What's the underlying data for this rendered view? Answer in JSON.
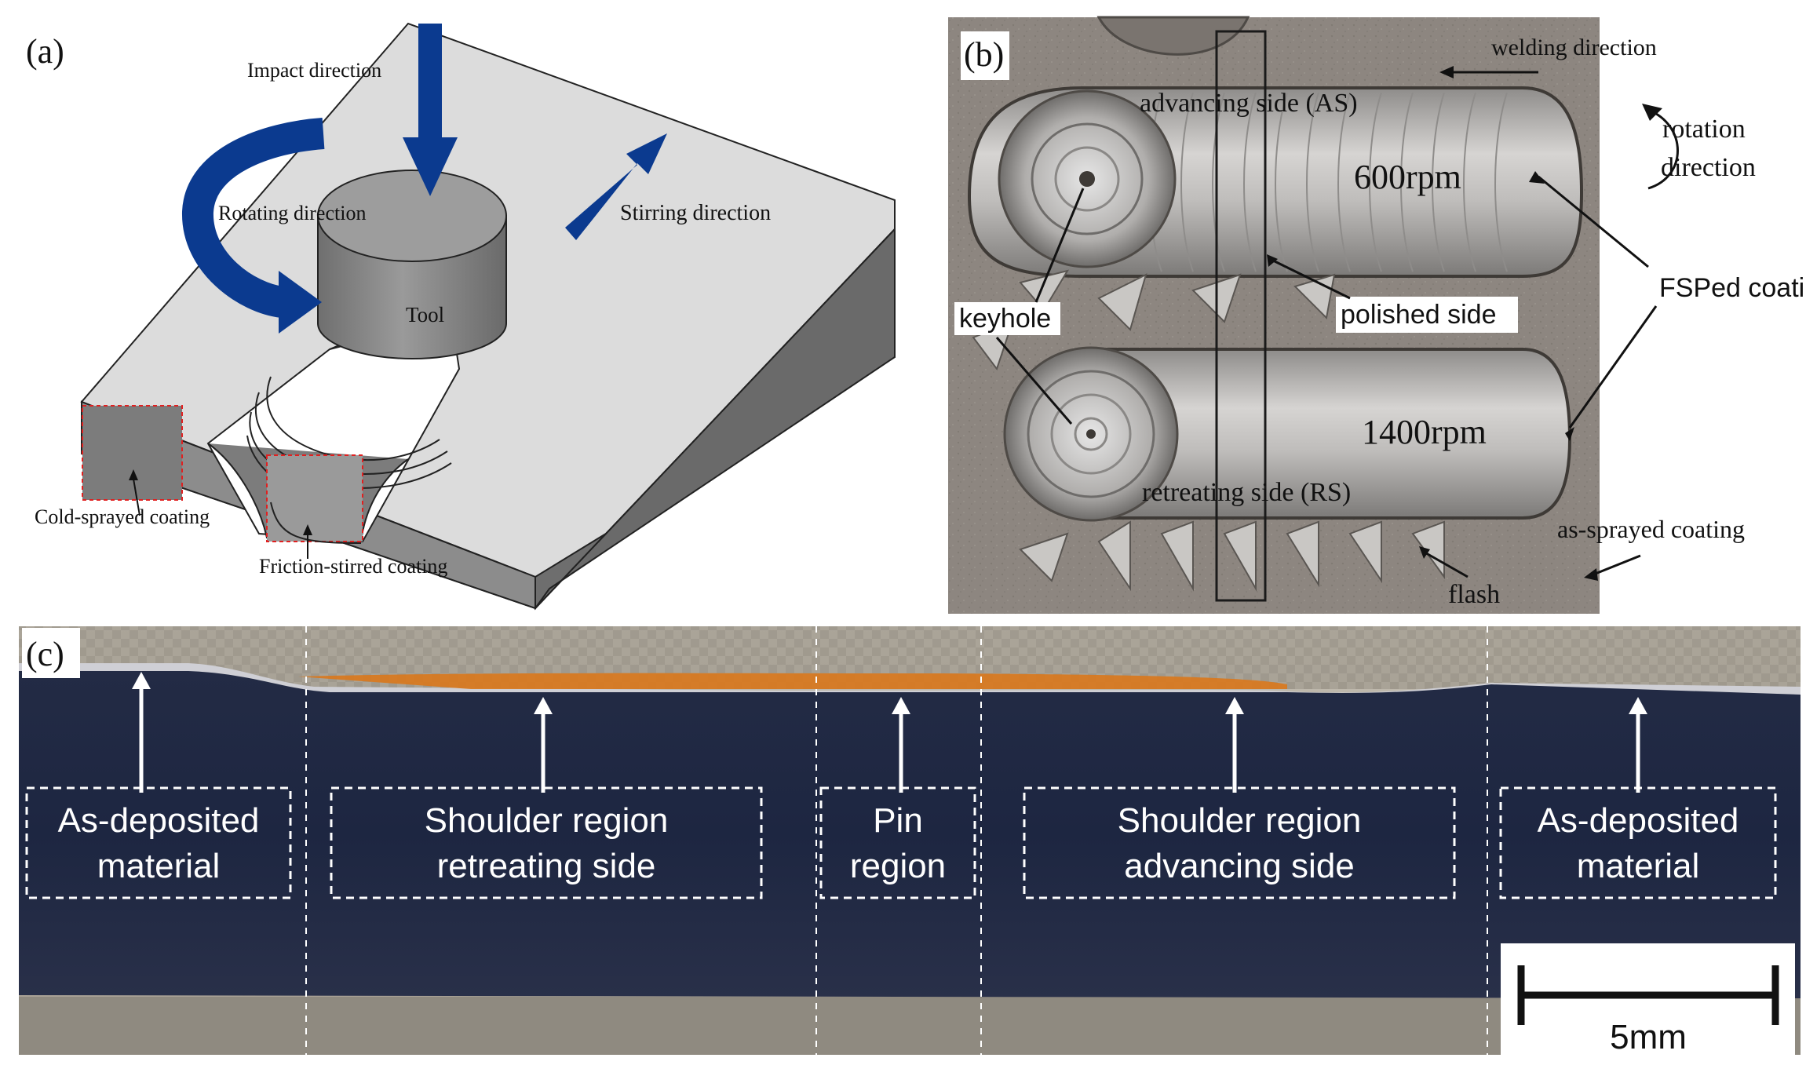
{
  "panel_a": {
    "label": "(a)",
    "impact_direction": "Impact direction",
    "rotating_direction": "Rotating direction",
    "stirring_direction": "Stirring direction",
    "tool": "Tool",
    "cold_sprayed": "Cold-sprayed coating",
    "friction_stirred": "Friction-stirred coating",
    "colors": {
      "arrow": "#0b3a8f",
      "plate_top": "#d9d9d9",
      "plate_front": "#8c8c8c",
      "plate_side": "#6e6e6e",
      "tool": "#8a8a8a",
      "dashed_box": "#e02020"
    }
  },
  "panel_b": {
    "label": "(b)",
    "welding_direction": "welding direction",
    "advancing_side": "advancing side (AS)",
    "rotation_direction_1": "rotation",
    "rotation_direction_2": "direction",
    "rpm_top": "600rpm",
    "fsped_coating": "FSPed coating",
    "keyhole": "keyhole",
    "polished_side": "polished side",
    "rpm_bottom": "1400rpm",
    "retreating_side": "retreating side (RS)",
    "as_sprayed": "as-sprayed coating",
    "flash": "flash",
    "colors": {
      "background": "#8d8680",
      "track": "#b8b6b4"
    }
  },
  "panel_c": {
    "label": "(c)",
    "regions": [
      {
        "line1": "As-deposited",
        "line2": "material"
      },
      {
        "line1": "Shoulder region",
        "line2": "retreating side"
      },
      {
        "line1": "Pin",
        "line2": "region"
      },
      {
        "line1": "Shoulder region",
        "line2": "advancing side"
      },
      {
        "line1": "As-deposited",
        "line2": "material"
      }
    ],
    "scale_bar": "5mm",
    "colors": {
      "substrate": "#1c2540",
      "coating": "#c9c9cf",
      "orange": "#d9781c",
      "background": "#b9b2a4"
    }
  }
}
